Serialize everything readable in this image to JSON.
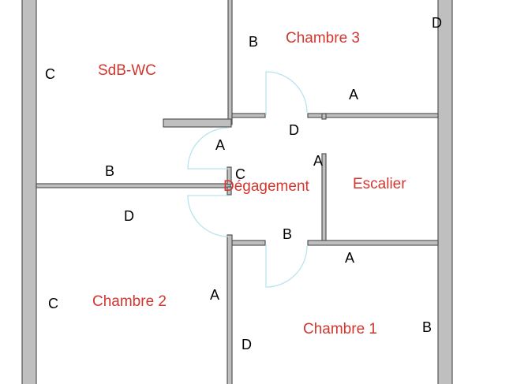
{
  "colors": {
    "wall_fill": "#bfbfbf",
    "wall_stroke": "#555555",
    "door_arc": "#b9e4ee",
    "room_label": "#d2362f",
    "letter": "#000000",
    "background": "#ffffff"
  },
  "rooms": {
    "sdb_wc": "SdB-WC",
    "chambre3": "Chambre 3",
    "degagement": "Dégagement",
    "escalier": "Escalier",
    "chambre2": "Chambre 2",
    "chambre1": "Chambre 1"
  },
  "wall_labels": {
    "sdb_c": "C",
    "sdb_b": "B",
    "c3_b": "B",
    "c3_d": "D",
    "c3_a": "A",
    "deg_a_left": "A",
    "deg_d_top": "D",
    "deg_c": "C",
    "deg_a_right": "A",
    "deg_b_bottom": "B",
    "c2_d": "D",
    "c2_c": "C",
    "c2_a": "A",
    "c1_a": "A",
    "c1_d": "D",
    "c1_b": "B"
  }
}
